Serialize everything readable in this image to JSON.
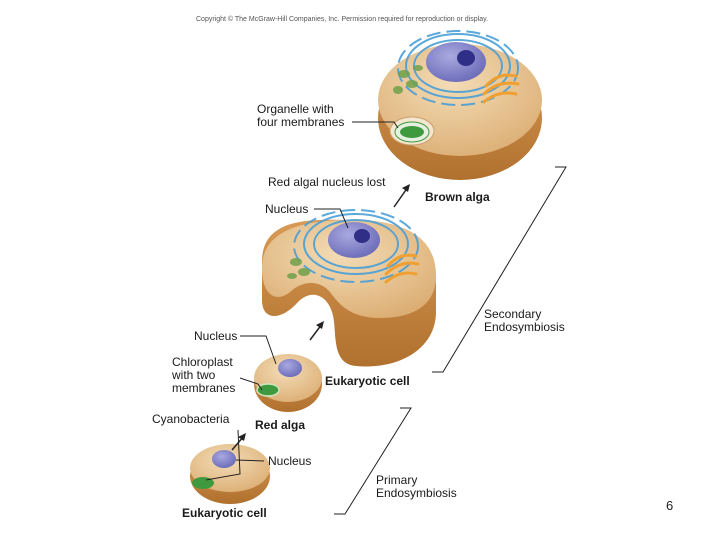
{
  "copyright": "Copyright © The McGraw-Hill Companies, Inc. Permission required for reproduction or display.",
  "labels": {
    "organelle_four": [
      "Organelle with",
      "four membranes"
    ],
    "red_algal_lost": "Red algal nucleus lost",
    "brown_alga": "Brown alga",
    "nucleus_top": "Nucleus",
    "secondary": [
      "Secondary",
      "Endosymbiosis"
    ],
    "nucleus_mid": "Nucleus",
    "chloroplast_two": [
      "Chloroplast",
      "with two",
      "membranes"
    ],
    "eukaryotic_cell_mid": "Eukaryotic cell",
    "cyanobacteria": "Cyanobacteria",
    "red_alga": "Red alga",
    "nucleus_bottom": "Nucleus",
    "primary": [
      "Primary",
      "Endosymbiosis"
    ],
    "eukaryotic_cell_bottom": "Eukaryotic cell"
  },
  "page_number": "6",
  "colors": {
    "cell_rim": "#c8873f",
    "cell_body": "#e9c99a",
    "nucleus": "#7f80c8",
    "nucleolus": "#2f2f88",
    "er": "#4a9fd8",
    "golgi": "#f0a030",
    "chloroplast": "#3f9a3f"
  }
}
